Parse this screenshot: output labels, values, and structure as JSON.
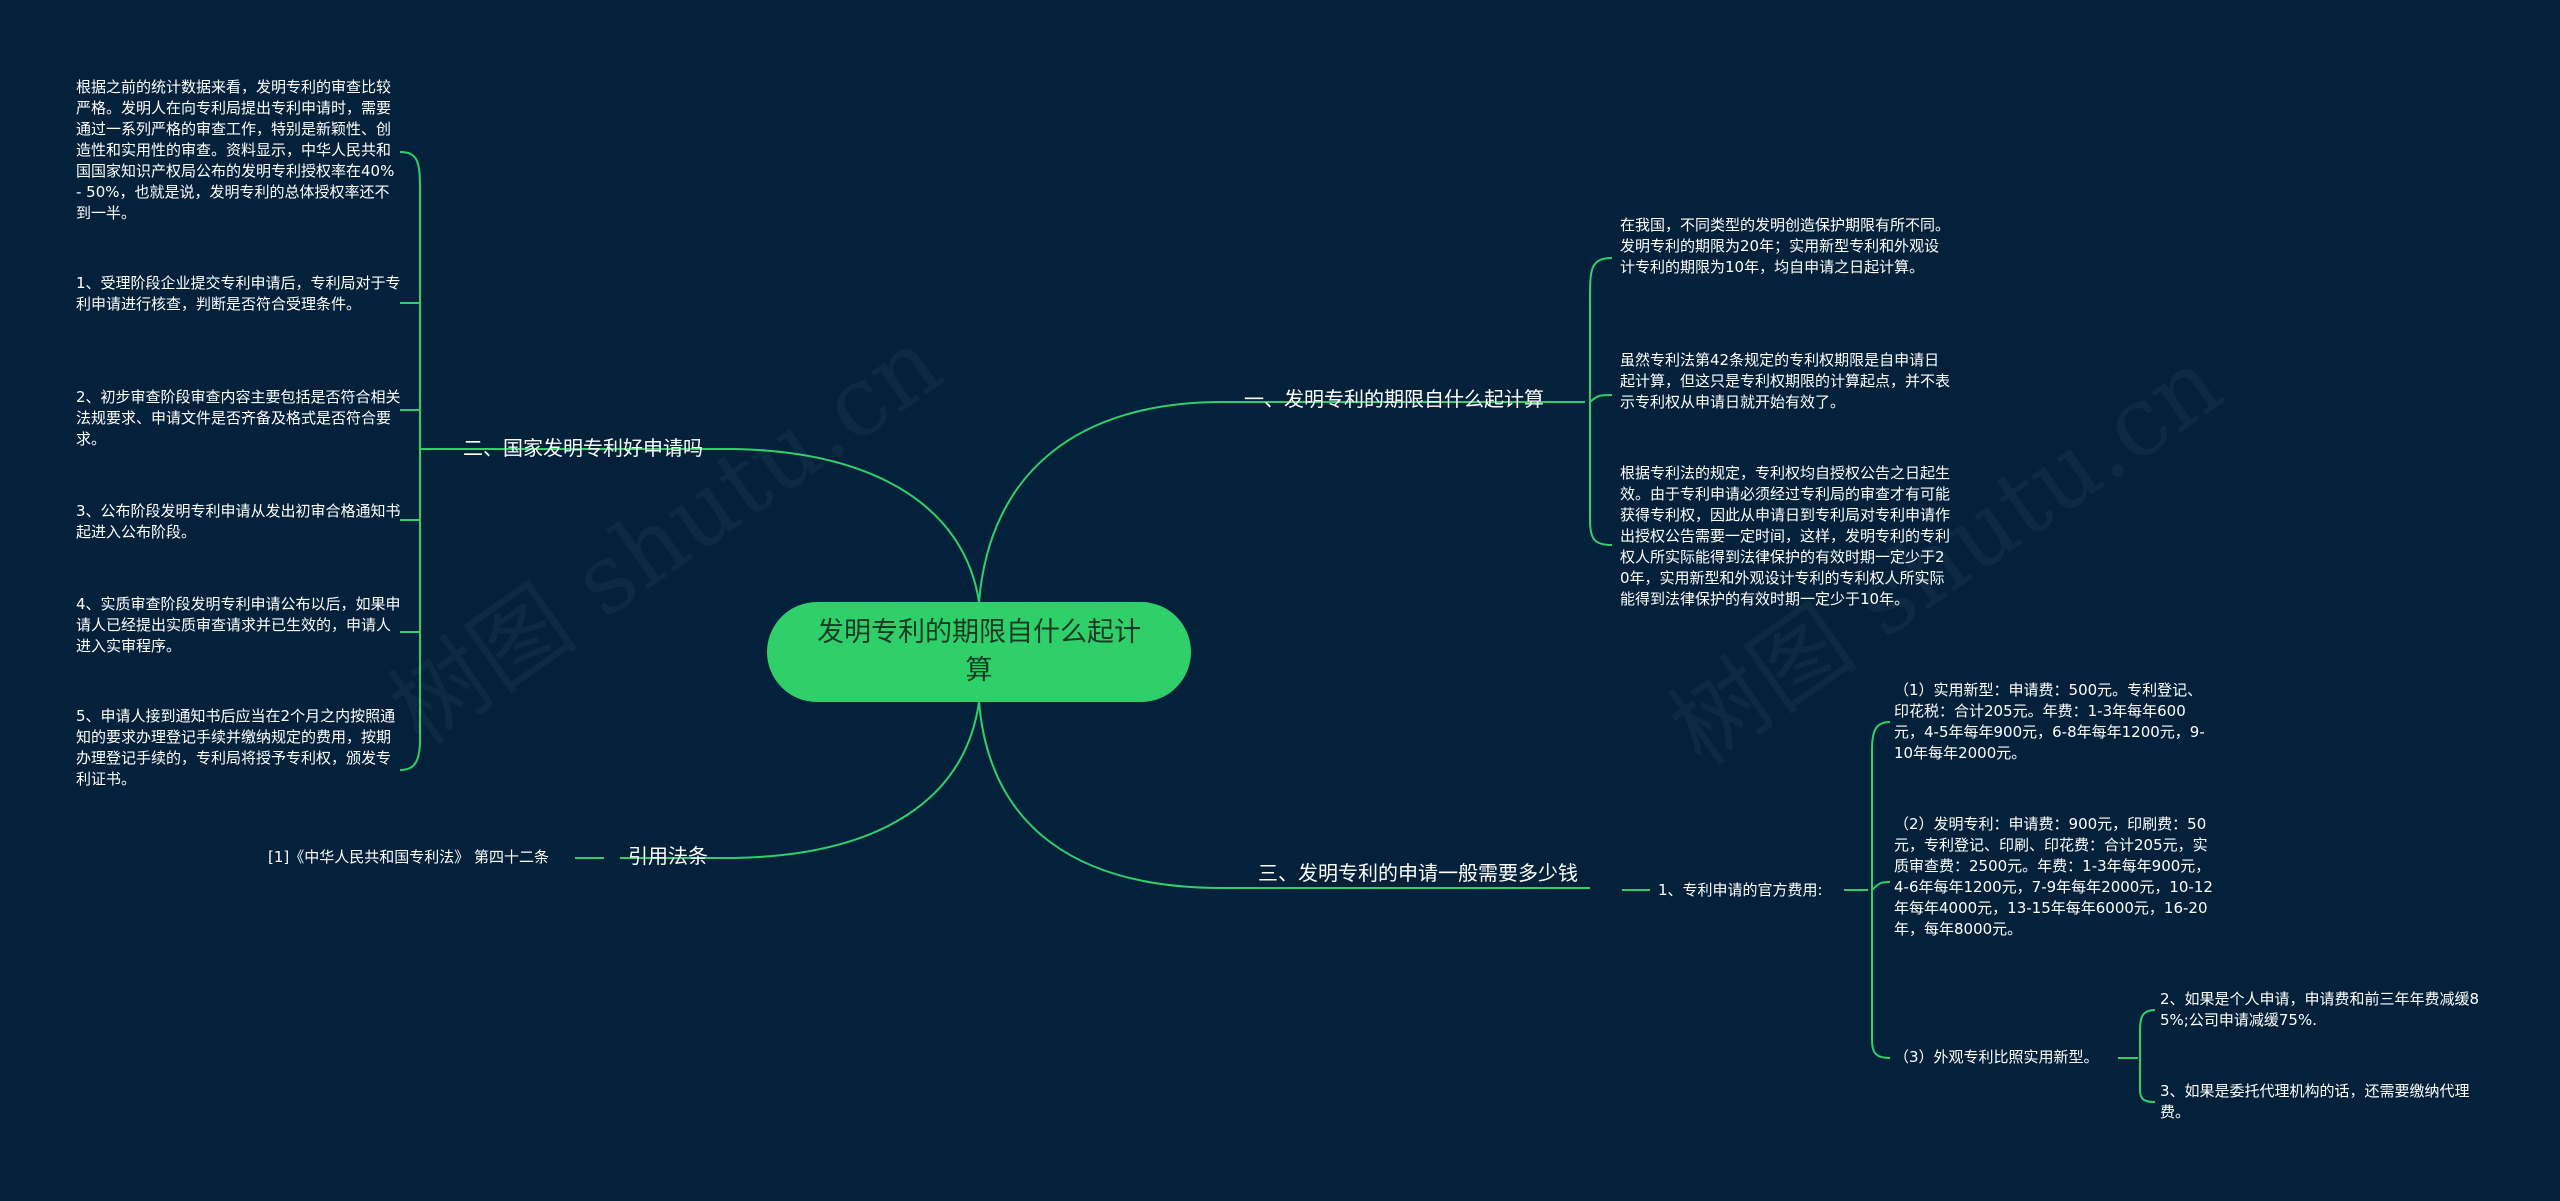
{
  "watermark": "树图 shutu.cn",
  "colors": {
    "background": "#03213a",
    "line": "#2fd06a",
    "root_fill": "#2fd06a",
    "text": "#ffffff"
  },
  "root": {
    "label": "发明专利的期限自什么起计算"
  },
  "branches": {
    "b1": {
      "label": "一、发明专利的期限自什么起计算",
      "leaves": [
        "在我国，不同类型的发明创造保护期限有所不同。发明专利的期限为20年；实用新型专利和外观设计专利的期限为10年，均自申请之日起计算。",
        "虽然专利法第42条规定的专利权期限是自申请日起计算，但这只是专利权期限的计算起点，并不表示专利权从申请日就开始有效了。",
        "根据专利法的规定，专利权均自授权公告之日起生效。由于专利申请必须经过专利局的审查才有可能获得专利权，因此从申请日到专利局对专利申请作出授权公告需要一定时间，这样，发明专利的专利权人所实际能得到法律保护的有效时期一定少于20年，实用新型和外观设计专利的专利权人所实际能得到法律保护的有效时期一定少于10年。"
      ]
    },
    "b2": {
      "label": "二、国家发明专利好申请吗",
      "leaves": [
        "根据之前的统计数据来看，发明专利的审查比较严格。发明人在向专利局提出专利申请时，需要通过一系列严格的审查工作，特别是新颖性、创造性和实用性的审查。资料显示，中华人民共和国国家知识产权局公布的发明专利授权率在40% - 50%，也就是说，发明专利的总体授权率还不到一半。",
        "1、受理阶段企业提交专利申请后，专利局对于专利申请进行核查，判断是否符合受理条件。",
        "2、初步审查阶段审查内容主要包括是否符合相关法规要求、申请文件是否齐备及格式是否符合要求。",
        "3、公布阶段发明专利申请从发出初审合格通知书起进入公布阶段。",
        "4、实质审查阶段发明专利申请公布以后，如果申请人已经提出实质审查请求并已生效的，申请人进入实审程序。",
        "5、申请人接到通知书后应当在2个月之内按照通知的要求办理登记手续并缴纳规定的费用，按期办理登记手续的，专利局将授予专利权，颁发专利证书。"
      ]
    },
    "b3": {
      "label": "三、发明专利的申请一般需要多少钱",
      "sub": {
        "label": "1、专利申请的官方费用:",
        "leaves": [
          "（1）实用新型：申请费：500元。专利登记、印花税：合计205元。年费：1-3年每年600元，4-5年每年900元，6-8年每年1200元，9-10年每年2000元。",
          "（2）发明专利：申请费：900元，印刷费：50元，专利登记、印刷、印花费：合计205元，实质审查费：2500元。年费：1-3年每年900元，4-6年每年1200元，7-9年每年2000元，10-12年每年4000元，13-15年每年6000元，16-20年，每年8000元。",
          "（3）外观专利比照实用新型。"
        ],
        "subsub": [
          "2、如果是个人申请，申请费和前三年年费减缓85%;公司申请减缓75%.",
          "3、如果是委托代理机构的话，还需要缴纳代理费。"
        ]
      }
    },
    "b4": {
      "label": "引用法条",
      "leaves": [
        "[1]《中华人民共和国专利法》 第四十二条"
      ]
    }
  }
}
